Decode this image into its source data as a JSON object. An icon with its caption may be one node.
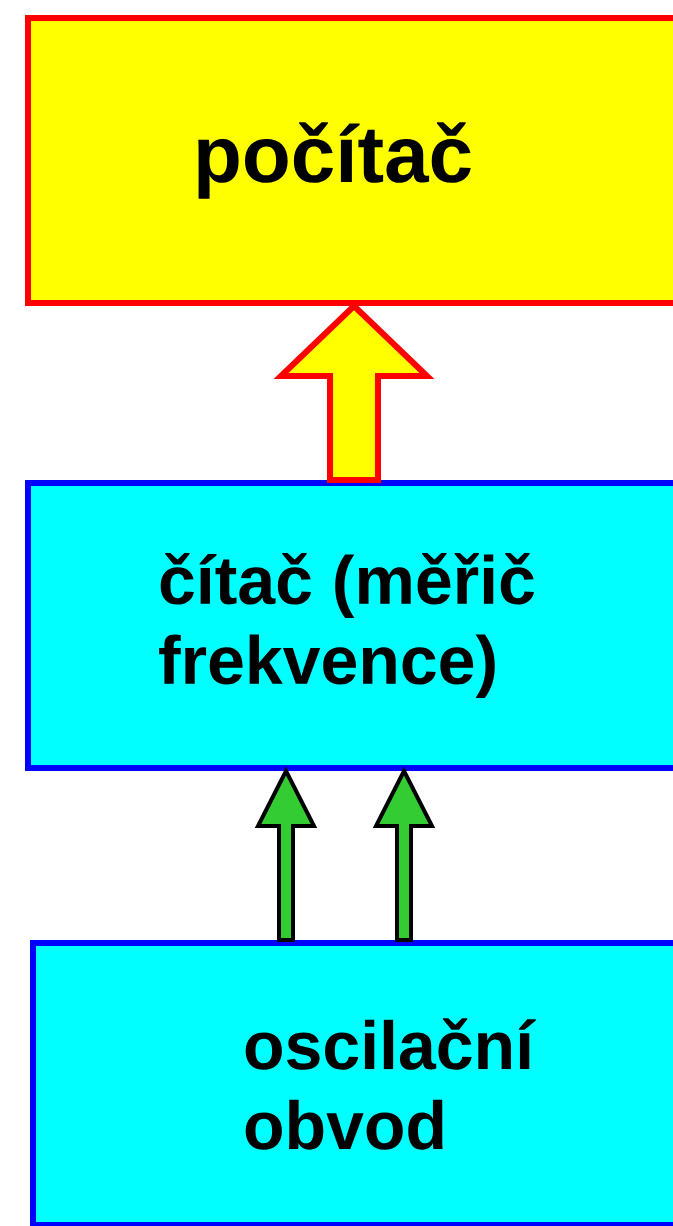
{
  "diagram": {
    "nodes": [
      {
        "text": [
          "počítač"
        ]
      },
      {
        "text": [
          "čítač (měřič frekvence)"
        ]
      },
      {
        "text": [
          "oscilační obvod"
        ]
      }
    ],
    "edges": [
      {
        "from": 1,
        "to": 0,
        "arrow": "to",
        "style": "thick",
        "color": "#ffff00"
      },
      {
        "from": 2,
        "to": 1,
        "arrow": "to"
      },
      {
        "from": 2,
        "to": 1,
        "arrow": "to"
      }
    ]
  }
}
